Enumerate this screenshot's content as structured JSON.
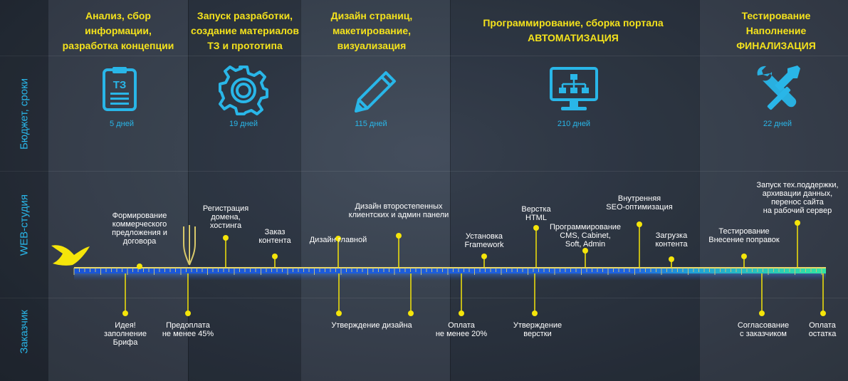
{
  "side_labels": {
    "budget": "Бюджет, сроки",
    "studio": "WEB-студия",
    "client": "Заказчик"
  },
  "stages": [
    {
      "title": [
        "Анализ, сбор",
        "информации,",
        "разработка концепции"
      ],
      "days": "5 дней",
      "icon": "clipboard-tz-icon",
      "icon_text": "ТЗ"
    },
    {
      "title": [
        "Запуск разработки,",
        "создание материалов",
        "ТЗ  и прототипа"
      ],
      "days": "19 дней",
      "icon": "gear-icon"
    },
    {
      "title": [
        "Дизайн страниц,",
        "макетирование,",
        "визуализация"
      ],
      "days": "115 дней",
      "icon": "pencil-icon"
    },
    {
      "title": [
        "Программирование, сборка портала",
        "АВТОМАТИЗАЦИЯ"
      ],
      "days": "210 дней",
      "icon": "monitor-sitemap-icon"
    },
    {
      "title": [
        "Тестирование",
        "Наполнение",
        "ФИНАЛИЗАЦИЯ"
      ],
      "days": "22 дней",
      "icon": "wrench-screwdriver-icon"
    }
  ],
  "studio_events": [
    {
      "lines": [
        "Формирование",
        "коммерческого",
        "предложения и",
        "договора"
      ]
    },
    {
      "lines": [
        "Регистрация",
        "домена,",
        "хостинга"
      ]
    },
    {
      "lines": [
        "Заказ",
        "контента"
      ]
    },
    {
      "lines": [
        "Дизайн главной"
      ]
    },
    {
      "lines": [
        "Дизайн второстепенных",
        "клиентских и админ панели"
      ]
    },
    {
      "lines": [
        "Установка",
        "Framework"
      ]
    },
    {
      "lines": [
        "Верстка",
        "HTML"
      ]
    },
    {
      "lines": [
        "Программирование",
        "CMS, Cabinet,",
        "Soft, Admin"
      ]
    },
    {
      "lines": [
        "Внутренняя",
        "SEO-оптимизация"
      ]
    },
    {
      "lines": [
        "Загрузка",
        "контента"
      ]
    },
    {
      "lines": [
        "Тестирование",
        "Внесение поправок"
      ]
    },
    {
      "lines": [
        "Запуск тех.поддержки,",
        "архивации данных,",
        "перенос сайта",
        "на рабочий сервер"
      ]
    }
  ],
  "client_events": [
    {
      "lines": [
        "Идея!",
        "заполнение",
        "Брифа"
      ]
    },
    {
      "lines": [
        "Предоплата",
        "не менее 45%"
      ]
    },
    {
      "lines": [
        "Утверждение дизайна"
      ]
    },
    {
      "lines": [
        "Оплата",
        "не менее 20%"
      ]
    },
    {
      "lines": [
        "Утверждение",
        "верстки"
      ]
    },
    {
      "lines": [
        "Согласование",
        "с заказчиком"
      ]
    },
    {
      "lines": [
        "Оплата",
        "остатка"
      ]
    }
  ],
  "colors": {
    "accent_yellow": "#f4e21c",
    "accent_blue": "#29b6e8",
    "ruler_blue": "#1e5bd6",
    "ruler_green": "#2ee0a0",
    "marker": "#f5e50a"
  }
}
